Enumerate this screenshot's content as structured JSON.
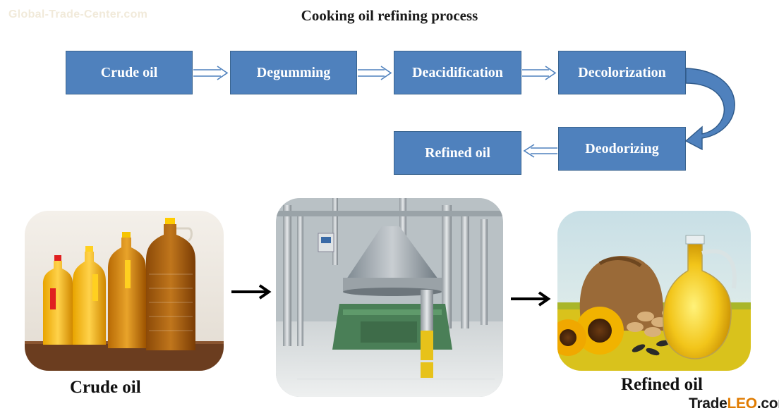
{
  "watermark": "Global-Trade-Center.com",
  "title": "Cooking oil refining  process",
  "flow_steps": [
    "Crude oil",
    "Degumming",
    "Deacidification",
    "Decolorization",
    "Deodorizing",
    "Refined oil"
  ],
  "captions": {
    "left": "Crude oil",
    "right": "Refined oil"
  },
  "brand": {
    "part1": "Trade",
    "part2": "LEO",
    "part3": ".com"
  },
  "icons": [
    "double-arrow-right-icon",
    "curved-arrow-icon",
    "double-arrow-left-icon",
    "black-arrow-right-icon"
  ],
  "colors": {
    "box_fill": "#4f81bd",
    "box_text": "#ffffff",
    "brand_orange": "#e07b00"
  }
}
